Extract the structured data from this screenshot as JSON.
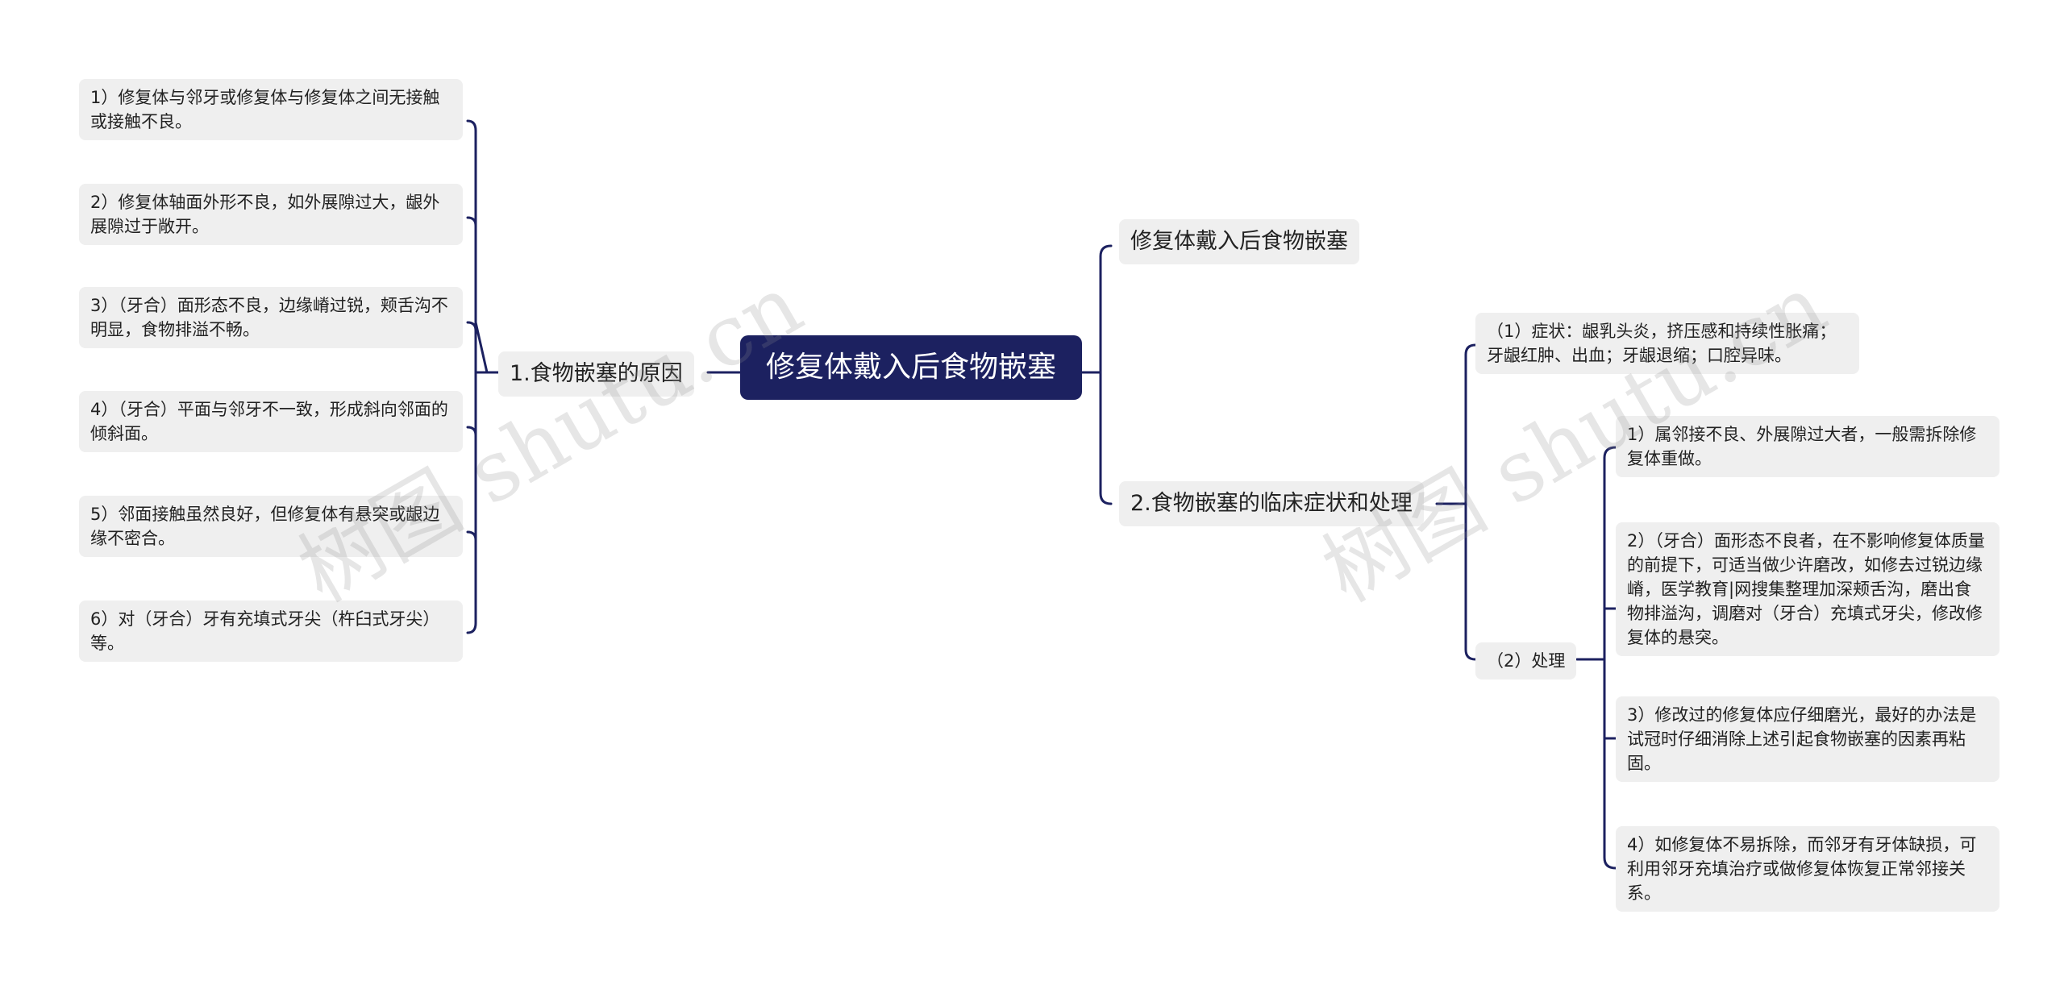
{
  "center": "修复体戴入后食物嵌塞",
  "left": {
    "label": "1.食物嵌塞的原因",
    "items": [
      "1）修复体与邻牙或修复体与修复体之间无接触或接触不良。",
      "2）修复体轴面外形不良，如外展隙过大，龈外展隙过于敞开。",
      "3）（牙合）面形态不良，边缘嵴过锐，颊舌沟不明显，食物排溢不畅。",
      "4）（牙合）平面与邻牙不一致，形成斜向邻面的倾斜面。",
      "5）邻面接触虽然良好，但修复体有悬突或龈边缘不密合。",
      "6）对（牙合）牙有充填式牙尖（杵臼式牙尖）等。"
    ]
  },
  "right": {
    "top_label": "修复体戴入后食物嵌塞",
    "branch_label": "2.食物嵌塞的临床症状和处理",
    "symptom": "（1）症状：龈乳头炎，挤压感和持续性胀痛；牙龈红肿、出血；牙龈退缩；口腔异味。",
    "treatment_label": "（2）处理",
    "treatments": [
      "1）属邻接不良、外展隙过大者，一般需拆除修复体重做。",
      "2）（牙合）面形态不良者，在不影响修复体质量的前提下，可适当做少许磨改，如修去过锐边缘嵴，医学教育|网搜集整理加深颊舌沟，磨出食物排溢沟，调磨对（牙合）充填式牙尖，修改修复体的悬突。",
      "3）修改过的修复体应仔细磨光，最好的办法是试冠时仔细消除上述引起食物嵌塞的因素再粘固。",
      "4）如修复体不易拆除，而邻牙有牙体缺损，可利用邻牙充填治疗或做修复体恢复正常邻接关系。"
    ]
  },
  "watermark": "树图 shutu.cn",
  "colors": {
    "center_bg": "#1c2160",
    "node_bg": "#efefef",
    "line": "#1c2160"
  }
}
